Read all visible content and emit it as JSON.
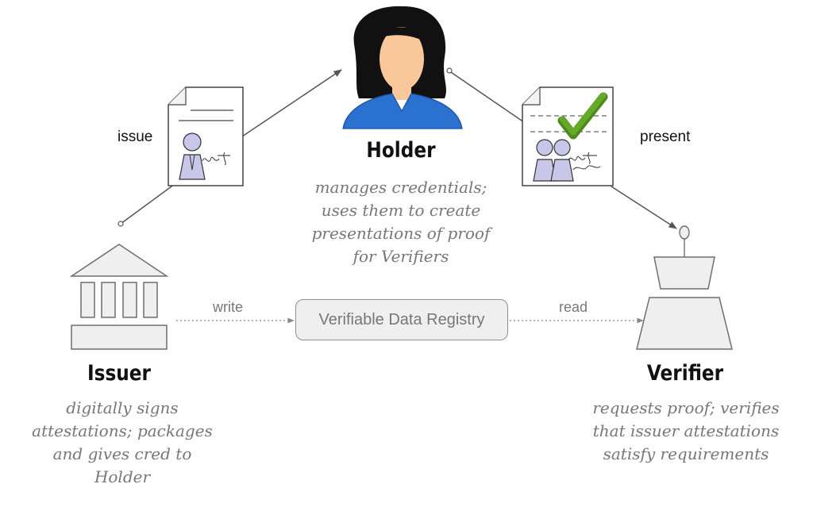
{
  "holder": {
    "title": "Holder",
    "description": "manages credentials; uses them to create presentations of proof for Verifiers"
  },
  "issuer": {
    "title": "Issuer",
    "description": "digitally signs attestations; packages and gives cred to Holder"
  },
  "verifier": {
    "title": "Verifier",
    "description": "requests proof; verifies that issuer attestations satisfy requirements"
  },
  "registry": {
    "label": "Verifiable Data Registry"
  },
  "edges": {
    "issue": "issue",
    "present": "present",
    "write": "write",
    "read": "read"
  },
  "colors": {
    "line": "#555555",
    "shape_fill": "#efefef",
    "shape_stroke": "#6e6e6e",
    "avatar_fill": "#c8c6e9",
    "hair": "#111111",
    "skin": "#f9c89a",
    "shirt": "#2a71d0",
    "check": "#64aa28"
  },
  "icons": [
    "document-icon",
    "holder-avatar-icon",
    "verified-document-icon",
    "bank-building-icon",
    "podium-icon"
  ]
}
